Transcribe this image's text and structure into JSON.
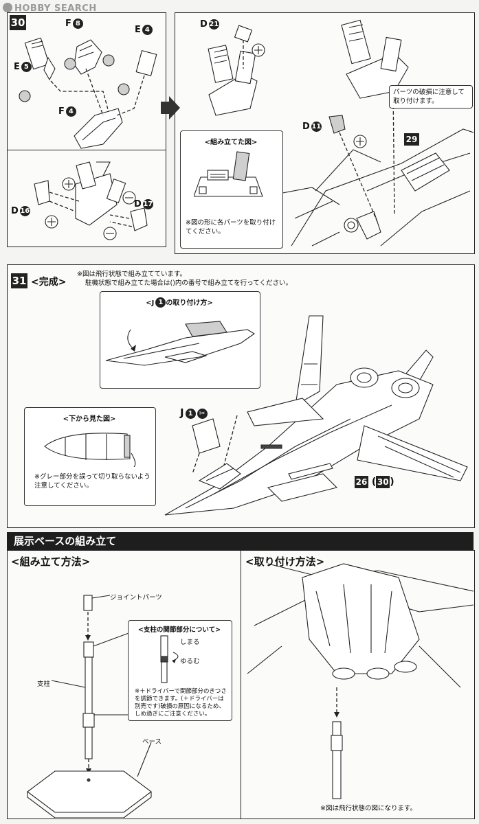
{
  "watermark": "HOBBY SEARCH",
  "step30": {
    "number": "30",
    "parts": {
      "f8": {
        "letter": "F",
        "num": "8"
      },
      "e4": {
        "letter": "E",
        "num": "4"
      },
      "e5": {
        "letter": "E",
        "num": "5"
      },
      "f4": {
        "letter": "F",
        "num": "4"
      },
      "d16": {
        "letter": "D",
        "num": "16"
      },
      "d17": {
        "letter": "D",
        "num": "17"
      },
      "d21": {
        "letter": "D",
        "num": "21"
      },
      "d11": {
        "letter": "D",
        "num": "11"
      }
    },
    "ref_step": "29",
    "assembled_title": "<組み立てた図>",
    "assembled_note": "※図の形に各パーツを取り付けてください。",
    "caution_note": "パーツの破損に注意して取り付けます。"
  },
  "step31": {
    "number": "31",
    "title": "<完成>",
    "note_line1": "※図は飛行状態で組み立てています。",
    "note_line2": "駐機状態で組み立てた場合は()内の番号で組み立てを行ってください。",
    "j1_title_prefix": "<J",
    "j1_title_num": "1",
    "j1_title_suffix": "の取り付け方>",
    "j1_label": "J",
    "j1_num": "1",
    "bottom_title": "<下から見た図>",
    "gray_note": "※グレー部分を誤って切り取らないよう注意してください。",
    "ref_a": "26",
    "ref_b": "30"
  },
  "base": {
    "banner": "展示ベースの組み立て",
    "assembly_title": "<組み立て方法>",
    "mount_title": "<取り付け方法>",
    "joint_label": "ジョイントパーツ",
    "pillar_label": "支柱",
    "base_label": "ベース",
    "joint_box_title": "<支柱の関節部分について>",
    "tighten": "しまる",
    "loosen": "ゆるむ",
    "driver_note": "※＋ドライバーで関節部分のきつさを調節できます。(＋ドライバーは別売です)破損の原因になるため、しめ過ぎにご注意ください。",
    "flight_note": "※図は飛行状態の図になります。"
  }
}
